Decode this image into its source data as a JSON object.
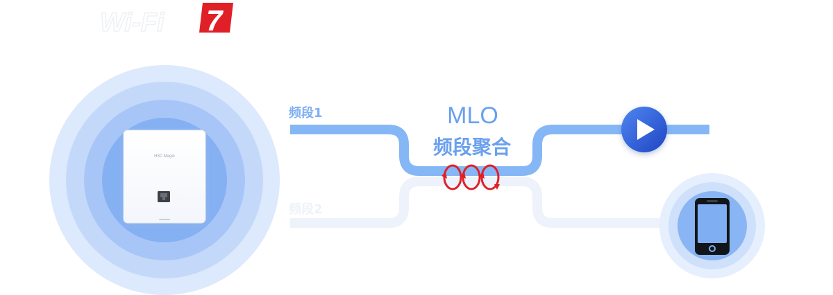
{
  "logo": {
    "text": "Wi-Fi",
    "badge": "7"
  },
  "device": {
    "brand": "H3C Magic"
  },
  "band1": {
    "label": "频段1"
  },
  "band2": {
    "label": "频段2"
  },
  "mlo": {
    "title": "MLO",
    "subtitle": "频段聚合"
  },
  "icons": {
    "play": "play-icon",
    "phone": "smartphone-icon",
    "port": "ethernet-port-icon",
    "spin": "rotating-arrows-icon"
  },
  "colors": {
    "band1": "#7fb3f5",
    "band2": "#eef2fa",
    "mlo_text": "#6aa0ee",
    "accent_red": "#e02027",
    "play_blue": "#2f5fd6",
    "circle_outer": "#cfe0fb",
    "circle_inner": "#7fb0f4"
  }
}
